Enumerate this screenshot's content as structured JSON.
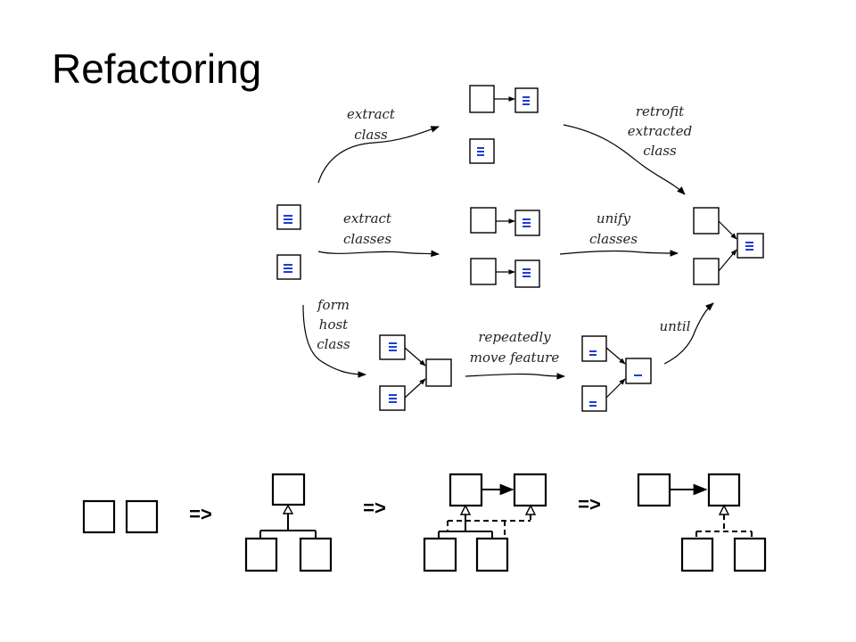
{
  "slide": {
    "title": "Refactoring"
  },
  "diagram": {
    "labels": {
      "extract_class": [
        "extract",
        "class"
      ],
      "extract_classes": [
        "extract",
        "classes"
      ],
      "form_host_class": [
        "form",
        "host",
        "class"
      ],
      "retrofit": [
        "retrofit",
        "extracted",
        "class"
      ],
      "unify_classes": [
        "unify",
        "classes"
      ],
      "repeatedly_move": [
        "repeatedly",
        "move feature"
      ],
      "until": [
        "until"
      ]
    },
    "transition_arrow": "=>"
  },
  "colors": {
    "feature_marks": "#1e3cd6",
    "lines": "#000000"
  }
}
